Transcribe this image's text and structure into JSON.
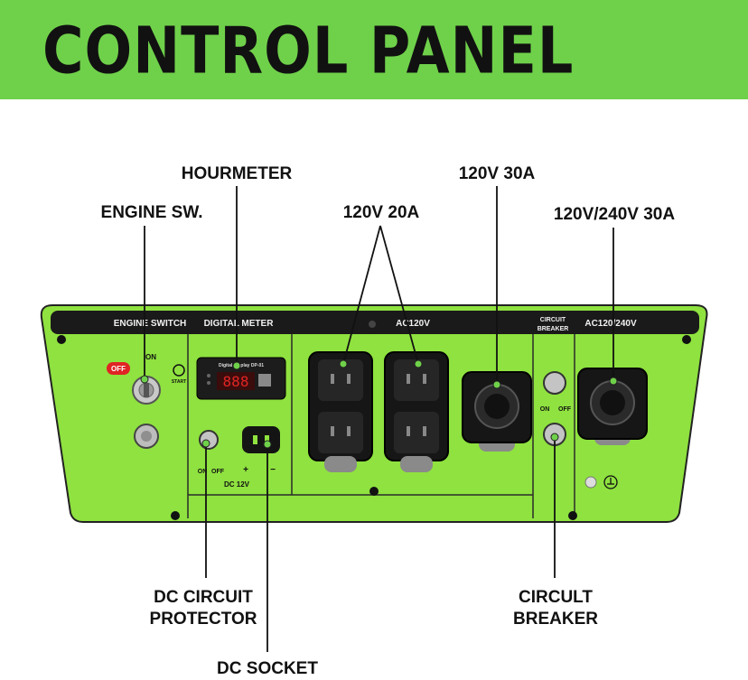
{
  "banner": {
    "title": "CONTROL PANEL"
  },
  "callouts": {
    "hourmeter": "HOURMETER",
    "engine_sw": "ENGINE SW.",
    "outlet_20a": "120V 20A",
    "outlet_30a": "120V 30A",
    "outlet_240v": "120V/240V 30A",
    "dc_protector_line1": "DC CIRCUIT",
    "dc_protector_line2": "PROTECTOR",
    "dc_socket": "DC SOCKET",
    "breaker_line1": "CIRCULT",
    "breaker_line2": "BREAKER"
  },
  "panel": {
    "engine_switch": "ENGINE SWITCH",
    "digital_meter": "DIGITAL METER",
    "ac120": "AC120V",
    "circuit": "CIRCUIT",
    "breaker": "BREAKER",
    "ac120_240": "AC120/240V",
    "off_badge": "OFF",
    "on_label": "ON",
    "start_label": "START",
    "meter_caption": "Digital Display DP-01",
    "dc_on": "ON",
    "dc_off": "OFF",
    "dc_12v": "DC 12V",
    "plus": "+",
    "minus": "−",
    "breaker_on": "ON",
    "breaker_off": "OFF"
  },
  "colors": {
    "banner_green": "#6fd14a",
    "panel_green": "#8fe23f",
    "strip_black": "#1a1a1a",
    "meter_red": "#e02424"
  }
}
